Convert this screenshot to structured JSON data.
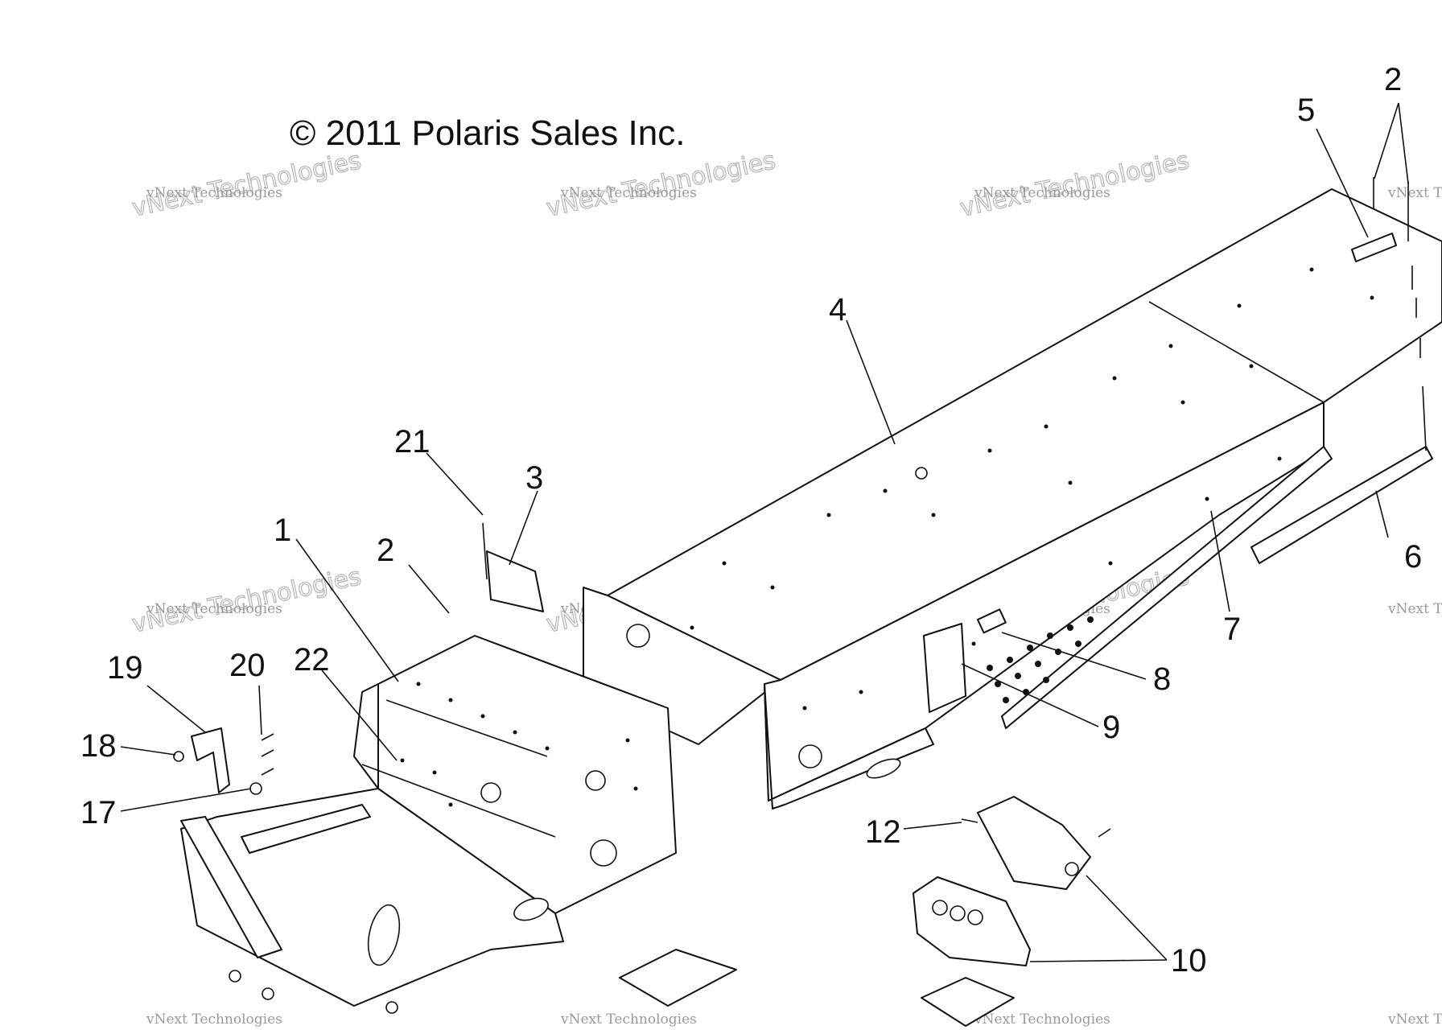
{
  "diagram": {
    "copyright": "© 2011 Polaris Sales Inc.",
    "watermark": {
      "line1": "vNext Technologies",
      "line2": "vNext Technologies"
    },
    "callouts": [
      "1",
      "2",
      "2",
      "3",
      "4",
      "5",
      "6",
      "7",
      "8",
      "9",
      "10",
      "12",
      "17",
      "18",
      "19",
      "20",
      "21",
      "22"
    ],
    "colors": {
      "ink": "#111111",
      "watermark": "#9a9a9a",
      "background": "#ffffff"
    }
  }
}
